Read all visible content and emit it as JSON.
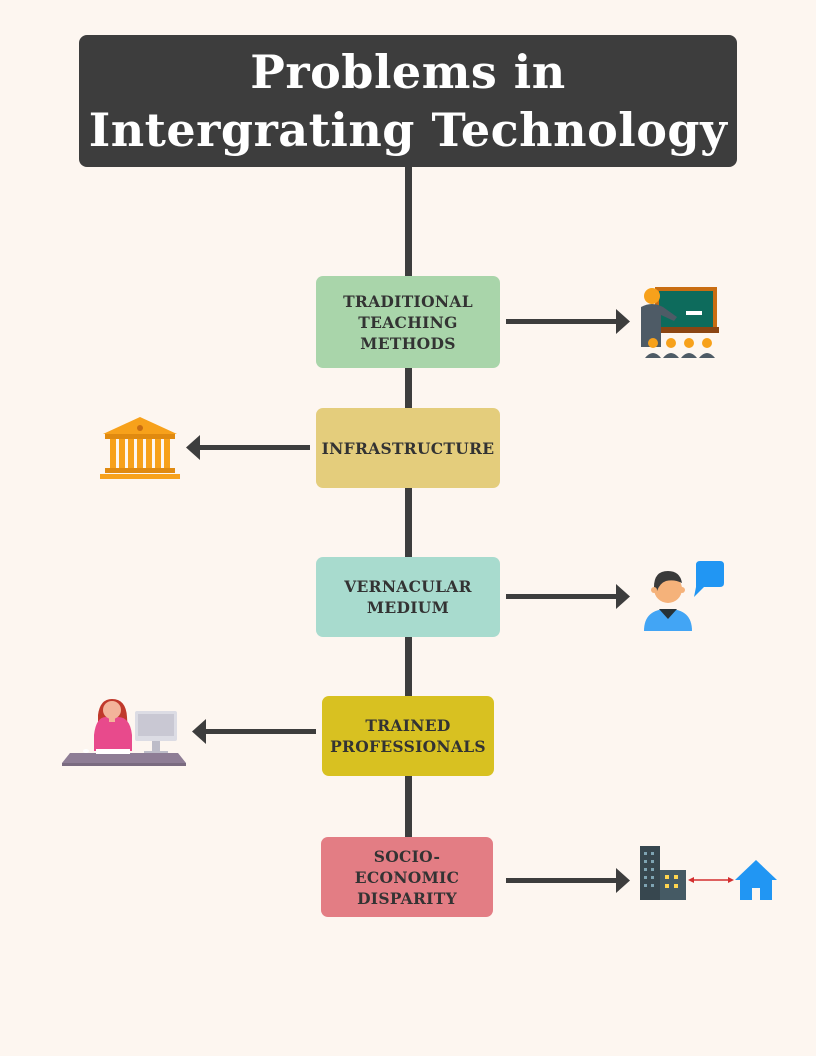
{
  "title": {
    "line1": "Problems in",
    "line2": "Intergrating Technology"
  },
  "nodes": [
    {
      "label": "TRADITIONAL TEACHING METHODS",
      "color": "#a9d5aa",
      "icon": "teacher-classroom-icon",
      "side": "right"
    },
    {
      "label": "INFRASTRUCTURE",
      "color": "#e4cd7c",
      "icon": "institution-building-icon",
      "side": "left"
    },
    {
      "label": "VERNACULAR MEDIUM",
      "color": "#a8dbce",
      "icon": "speaking-person-icon",
      "side": "right"
    },
    {
      "label": "TRAINED PROFESSIONALS",
      "color": "#d8c121",
      "icon": "office-worker-icon",
      "side": "left"
    },
    {
      "label": "SOCIO-ECONOMIC DISPARITY",
      "color": "#e37d84",
      "icon": "city-to-home-icon",
      "side": "right"
    }
  ],
  "colors": {
    "background": "#fdf6f0",
    "dark": "#3d3d3d",
    "orange": "#f7a11b",
    "blue": "#2196f3"
  }
}
